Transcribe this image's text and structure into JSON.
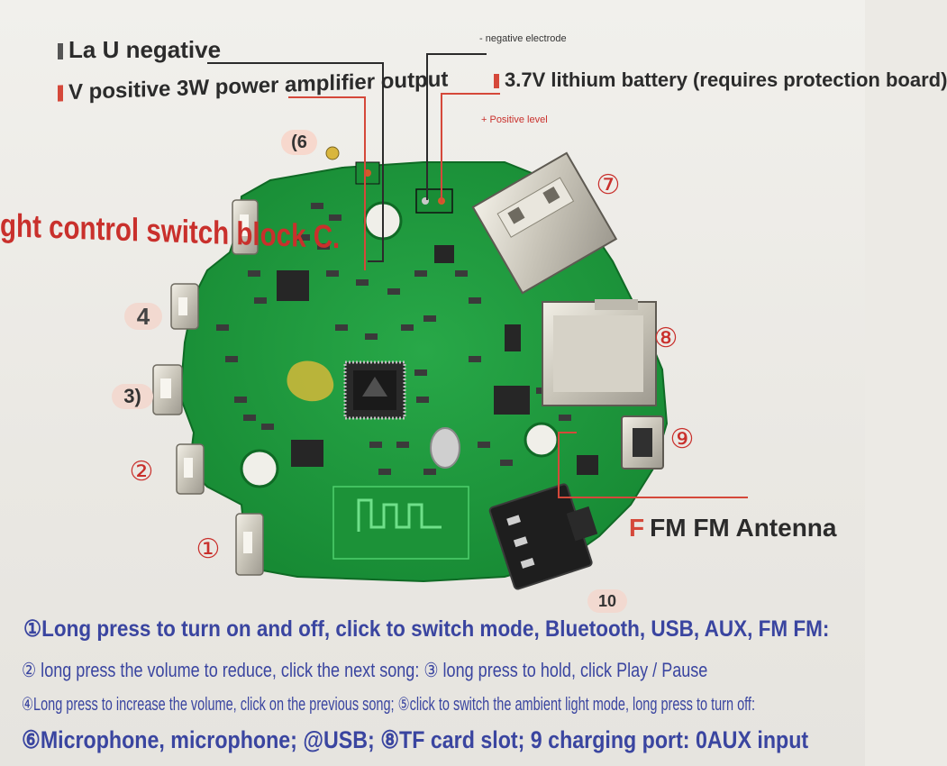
{
  "labels": {
    "negative": "La U negative",
    "positive": "V positive 3W power amplifier output",
    "small_negative": "- negative electrode",
    "battery": "3.7V lithium battery (requires protection board)",
    "small_positive": "+ Positive level",
    "light_switch": "ght control switch block C.",
    "fm_antenna": "FM FM Antenna",
    "fm_antenna_prefix": "F"
  },
  "markers": {
    "m1": "①",
    "m2": "②",
    "m3": "3)",
    "m4": "4",
    "m6": "(6",
    "m7": "⑦",
    "m8": "⑧",
    "m9": "⑨",
    "m10": "10"
  },
  "captions": [
    "①Long press to turn on and off, click to switch mode, Bluetooth, USB, AUX, FM FM:",
    "② long press the volume to reduce, click the next song: ③ long press to hold, click Play / Pause",
    "④Long press to increase the volume, click on the previous song; ⑤click to switch the ambient light mode, long press to turn off:",
    "⑥Microphone, microphone; @USB; ⑧TF card slot; 9 charging port: 0AUX input"
  ],
  "colors": {
    "pcb": "#1f9a3c",
    "pcb_dark": "#157a2c",
    "label_dark": "#2b2b2b",
    "label_red": "#c9302c",
    "caption_blue": "#3a45a0",
    "leader_red": "#d5483a"
  }
}
